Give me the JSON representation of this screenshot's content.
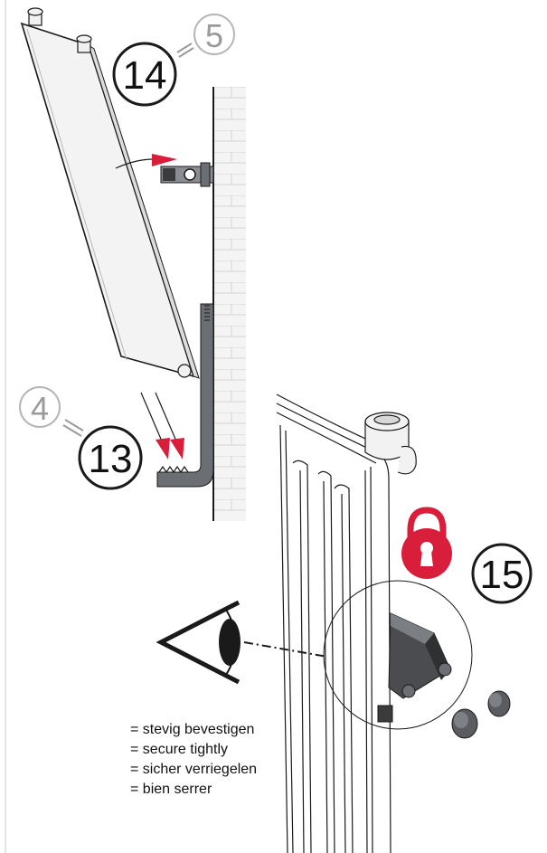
{
  "steps": {
    "step14": "14",
    "ref5": "5",
    "step13": "13",
    "ref4": "4",
    "step15": "15"
  },
  "legend": [
    "= stevig bevestigen",
    "= secure tightly",
    "= sicher verriegelen",
    "= bien serrer"
  ],
  "colors": {
    "accent": "#d81e3a",
    "bracket": "#6b6e72",
    "line": "#1a1a1a",
    "ref_gray": "#9a9a9a"
  },
  "icons": [
    "padlock-icon",
    "eye-icon",
    "arrow-icon"
  ]
}
